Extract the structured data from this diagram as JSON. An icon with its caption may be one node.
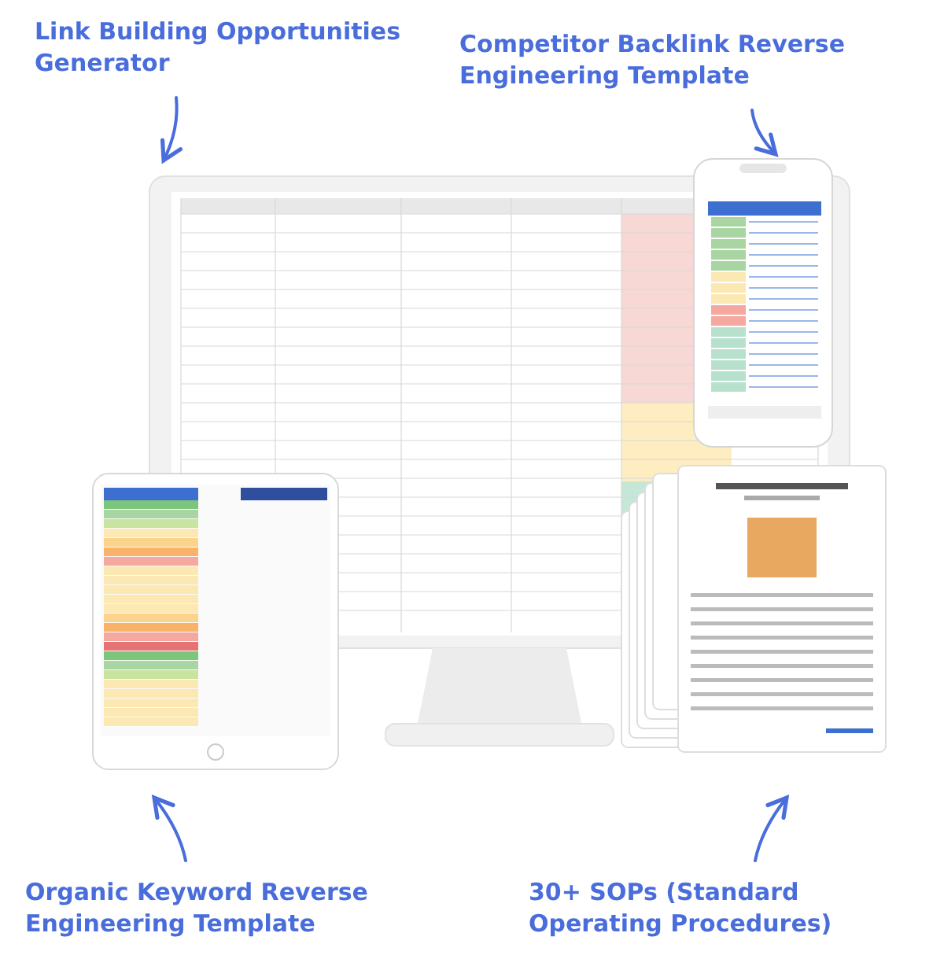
{
  "diagram": {
    "nodes": [
      {
        "text": [
          "Link Building Opportunities Generator"
        ]
      },
      {
        "text": [
          "Competitor Backlink Reverse Engineering Template"
        ]
      },
      {
        "text": [
          "Organic Keyword Reverse Engineering Template"
        ]
      },
      {
        "text": [
          "30+ SOPs (Standard Operating Procedures)"
        ]
      },
      {
        "text": [],
        "shape": "picture"
      },
      {
        "text": [],
        "shape": "picture"
      },
      {
        "text": [],
        "shape": "picture"
      },
      {
        "text": [],
        "shape": "picture"
      }
    ],
    "edges": [
      {
        "from": 0,
        "to": 4,
        "arrow": "to"
      },
      {
        "from": 1,
        "to": 5,
        "arrow": "to"
      },
      {
        "from": 2,
        "to": 6,
        "arrow": "to"
      },
      {
        "from": 3,
        "to": 7,
        "arrow": "to"
      }
    ]
  }
}
